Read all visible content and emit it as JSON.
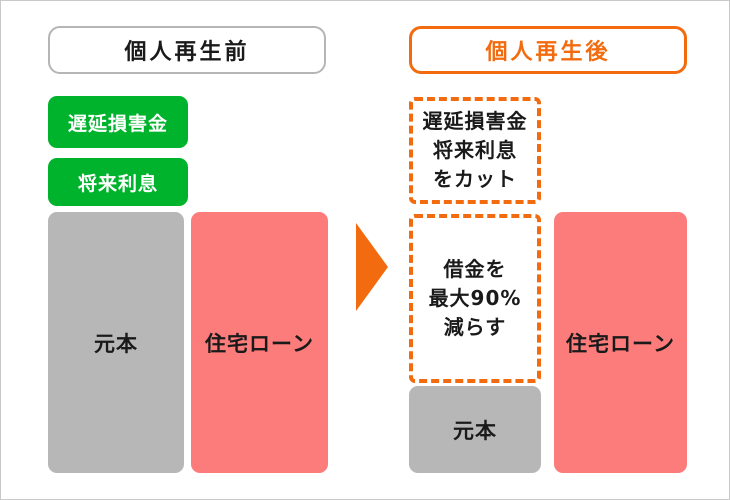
{
  "theme": {
    "background": "#ffffff",
    "frame_border": "#c9c9c9",
    "accent_orange": "#f26b0f",
    "badge_green": "#00b32c",
    "bar_gray": "#b7b7b7",
    "bar_pink": "#fc7b7b",
    "text_dark": "#1a1a1a"
  },
  "before": {
    "header": "個人再生前",
    "badges": [
      {
        "label": "遅延損害金"
      },
      {
        "label": "将来利息"
      }
    ],
    "bars": [
      {
        "label": "元本",
        "color": "#b7b7b7"
      },
      {
        "label": "住宅ローン",
        "color": "#fc7b7b"
      }
    ]
  },
  "arrow": {
    "icon": "triangle-right-icon",
    "color": "#f26b0f"
  },
  "after": {
    "header": "個人再生後",
    "callouts": [
      {
        "lines": [
          "遅延損害金",
          "将来利息",
          "をカット"
        ]
      },
      {
        "lines": [
          "借金を",
          "最大90%",
          "減らす"
        ]
      }
    ],
    "bars": [
      {
        "label": "元本",
        "color": "#b7b7b7"
      },
      {
        "label": "住宅ローン",
        "color": "#fc7b7b"
      }
    ]
  }
}
